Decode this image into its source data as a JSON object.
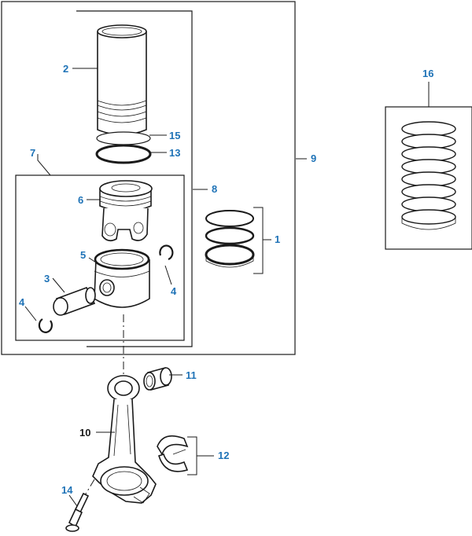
{
  "callouts": {
    "c1": "1",
    "c2": "2",
    "c3": "3",
    "c4a": "4",
    "c4b": "4",
    "c5": "5",
    "c6": "6",
    "c7": "7",
    "c8": "8",
    "c9": "9",
    "c10": "10",
    "c11": "11",
    "c12": "12",
    "c13": "13",
    "c14": "14",
    "c15": "15",
    "c16": "16"
  },
  "colors": {
    "callout_blue": "#1f73b7",
    "callout_dark": "#1a1a1a",
    "line": "#1a1a1a",
    "background": "#ffffff"
  }
}
